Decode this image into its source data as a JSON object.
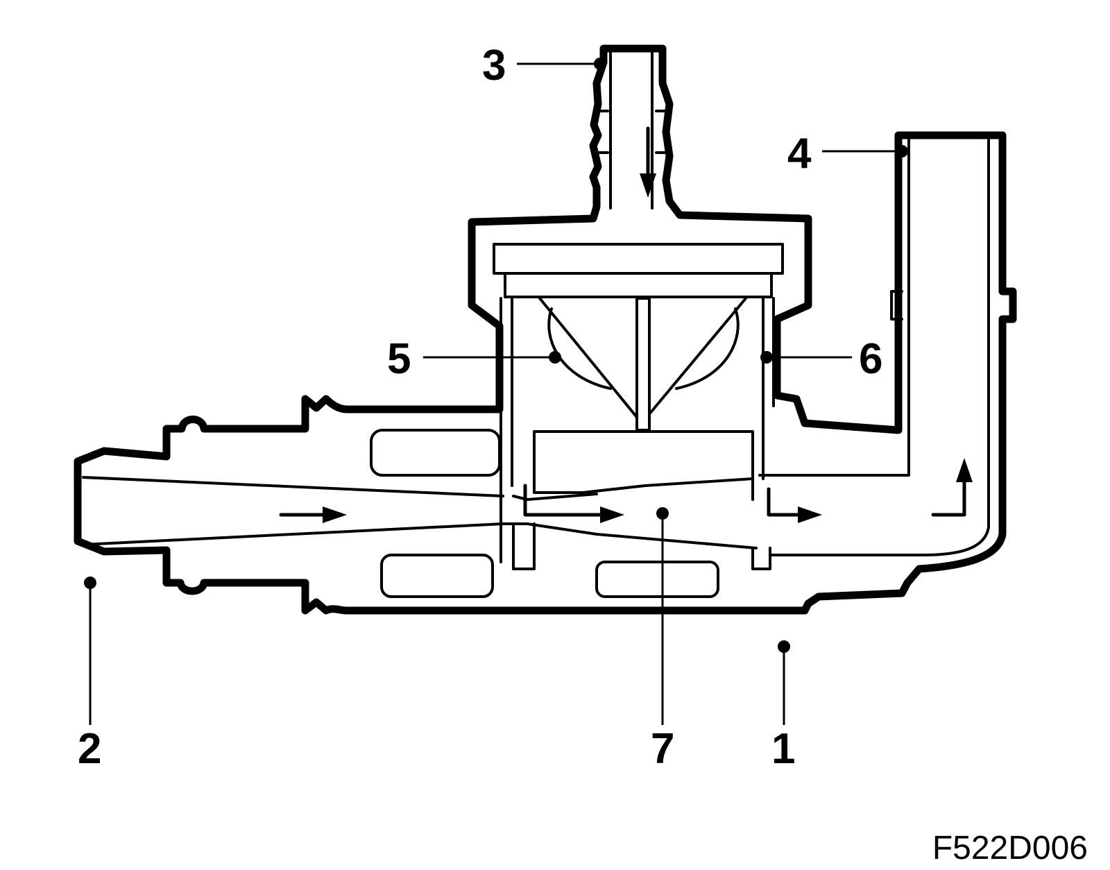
{
  "callouts": {
    "c1": "1",
    "c2": "2",
    "c3": "3",
    "c4": "4",
    "c5": "5",
    "c6": "6",
    "c7": "7"
  },
  "figure_code": "F522D006",
  "colors": {
    "line": "#000000",
    "background": "#ffffff"
  }
}
